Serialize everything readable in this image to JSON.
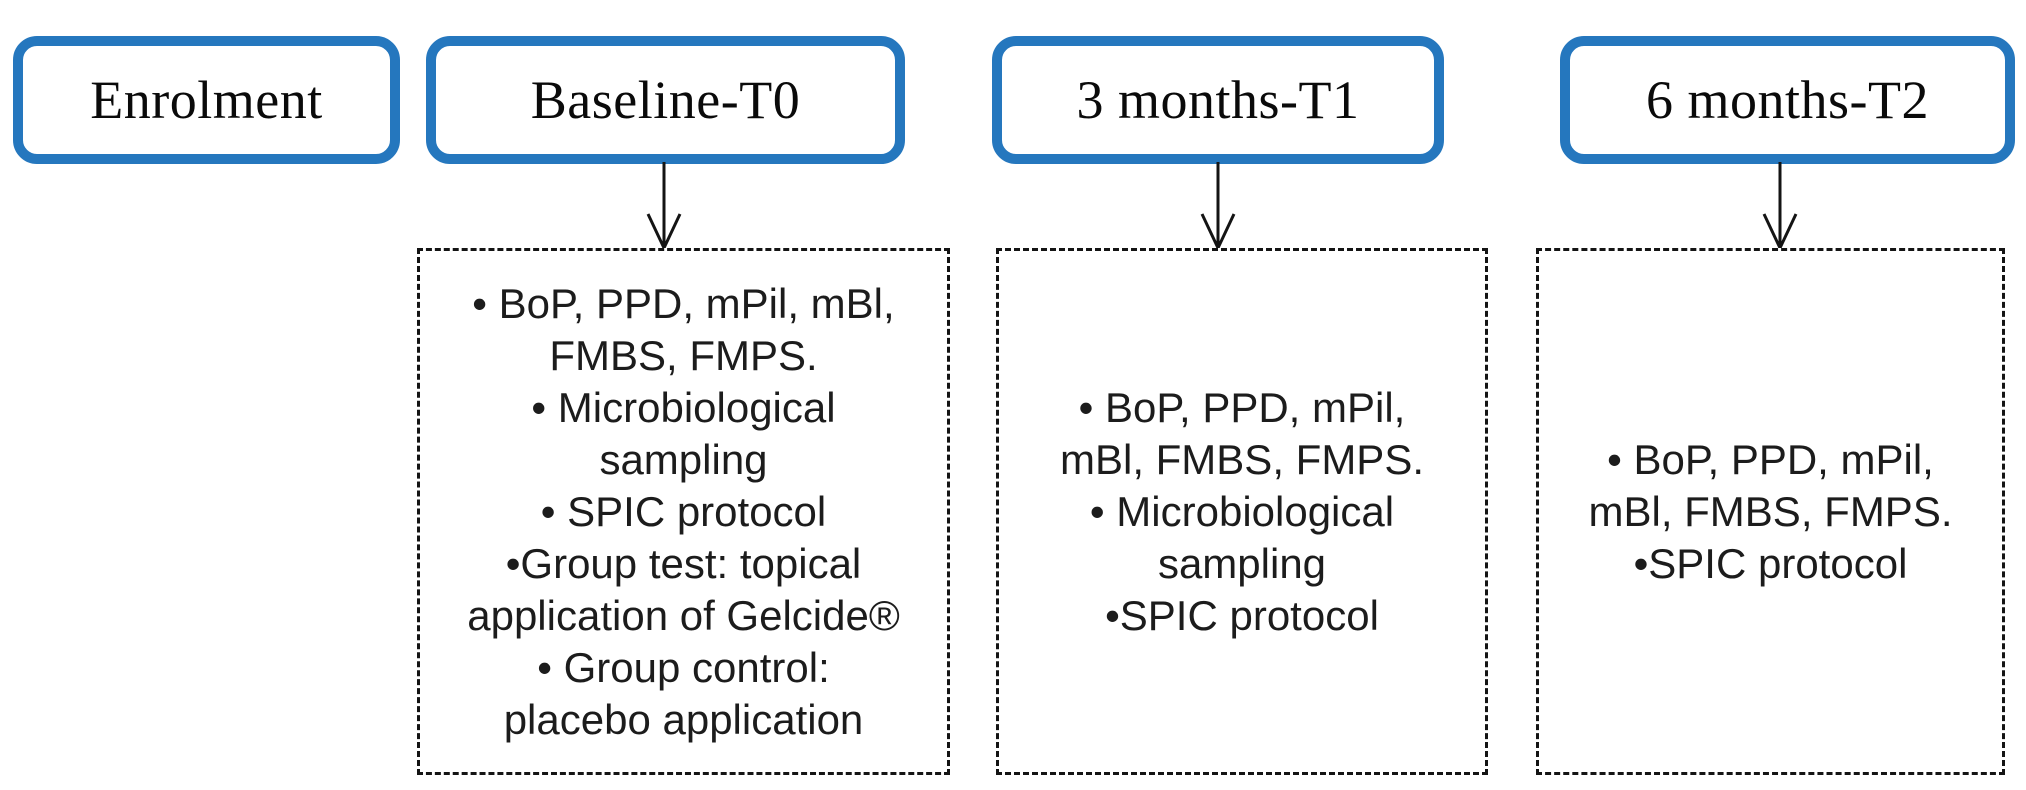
{
  "colors": {
    "accent": "#2577be",
    "line": "#141414"
  },
  "columns": [
    {
      "header": "Enrolment",
      "lines": []
    },
    {
      "header": "Baseline-T0",
      "lines": [
        "• BoP, PPD, mPil, mBl,",
        "FMBS, FMPS.",
        "• Microbiological",
        "sampling",
        "• SPIC protocol",
        "•Group test: topical",
        "application of Gelcide®",
        "• Group control:",
        "placebo application"
      ]
    },
    {
      "header": "3 months-T1",
      "lines": [
        "• BoP, PPD, mPil,",
        "mBl, FMBS, FMPS.",
        "• Microbiological",
        "sampling",
        "•SPIC protocol"
      ]
    },
    {
      "header": "6 months-T2",
      "lines": [
        "• BoP, PPD, mPil,",
        "mBl, FMBS, FMPS.",
        "•SPIC protocol"
      ]
    }
  ]
}
